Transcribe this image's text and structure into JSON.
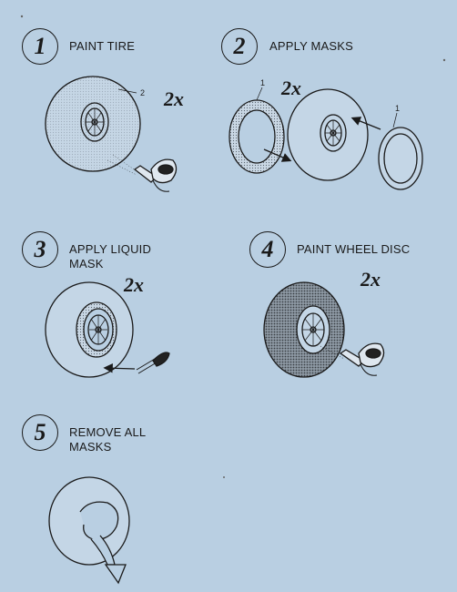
{
  "steps": [
    {
      "number": "1",
      "title": "PAINT TIRE",
      "qty": "2x",
      "callouts": [
        "2"
      ]
    },
    {
      "number": "2",
      "title": "APPLY MASKS",
      "qty": "2x",
      "callouts": [
        "1",
        "1"
      ]
    },
    {
      "number": "3",
      "title": "APPLY LIQUID\nMASK",
      "qty": "2x"
    },
    {
      "number": "4",
      "title": "PAINT WHEEL DISC",
      "qty": "2x"
    },
    {
      "number": "5",
      "title": "REMOVE  ALL\nMASKS"
    }
  ]
}
